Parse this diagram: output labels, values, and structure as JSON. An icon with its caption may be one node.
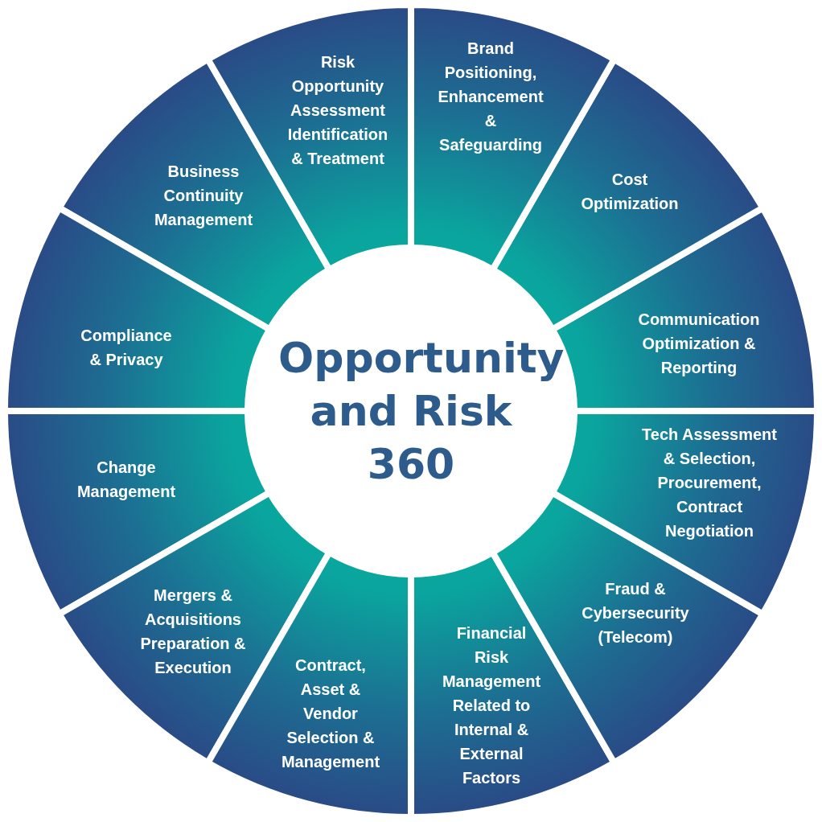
{
  "diagram": {
    "nodes": [
      {
        "text": [
          "Opportunity and Risk 360"
        ]
      },
      {
        "text": [
          "Risk Opportunity Assessment Identification & Treatment"
        ]
      },
      {
        "text": [
          "Brand Positioning, Enhancement & Safeguarding"
        ]
      },
      {
        "text": [
          "Cost Optimization"
        ]
      },
      {
        "text": [
          "Communication Optimization & Reporting"
        ]
      },
      {
        "text": [
          "Tech Assessment & Selection, Procurement, Contract Negotiation"
        ]
      },
      {
        "text": [
          "Fraud & Cybersecurity (Telecom)"
        ]
      },
      {
        "text": [
          "Financial Risk Management Related to Internal & External Factors"
        ]
      },
      {
        "text": [
          "Contract, Asset & Vendor Selection & Management"
        ]
      },
      {
        "text": [
          "Mergers & Acquisitions Preparation & Execution"
        ]
      },
      {
        "text": [
          "Change Management"
        ]
      },
      {
        "text": [
          "Compliance & Privacy"
        ]
      },
      {
        "text": [
          "Business Continuity Management"
        ]
      }
    ]
  }
}
